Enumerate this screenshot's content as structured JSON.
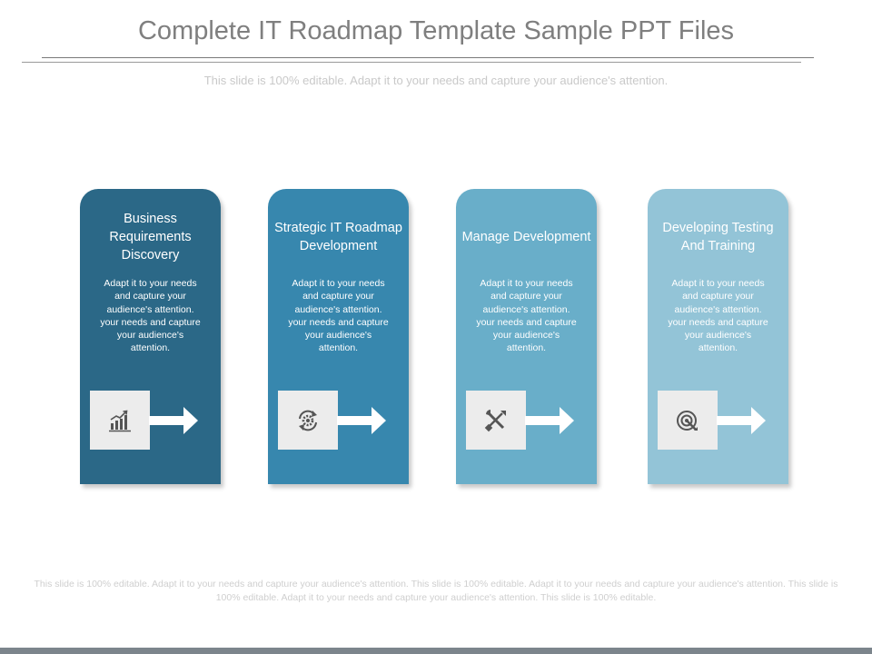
{
  "slide": {
    "title": "Complete IT Roadmap Template Sample PPT Files",
    "subtitle": "This slide is 100% editable. Adapt it to your needs and capture your audience's attention.",
    "footer": "This slide is 100% editable. Adapt it to your needs and capture your audience's attention. This slide is 100% editable. Adapt it to your needs and capture your audience's attention. This slide is 100% editable. Adapt it to your needs and capture your audience's attention. This slide is 100% editable."
  },
  "cards": [
    {
      "heading": "Business Requirements Discovery",
      "body": "Adapt it to your needs and capture your audience's attention. your needs and capture your audience's attention.",
      "icon": "bar-chart-icon",
      "color": "#2b6887"
    },
    {
      "heading": "Strategic IT Roadmap Development",
      "body": "Adapt it to your needs and capture your audience's attention. your needs and capture your audience's attention.",
      "icon": "gear-cycle-icon",
      "color": "#3787ae"
    },
    {
      "heading": "Manage Development",
      "body": "Adapt it to your needs and capture your audience's attention. your needs and capture your audience's attention.",
      "icon": "tools-icon",
      "color": "#69aec9"
    },
    {
      "heading": "Developing Testing And Training",
      "body": "Adapt it to your needs and capture your audience's attention. your needs and capture your audience's attention.",
      "icon": "target-icon",
      "color": "#93c4d7"
    }
  ]
}
